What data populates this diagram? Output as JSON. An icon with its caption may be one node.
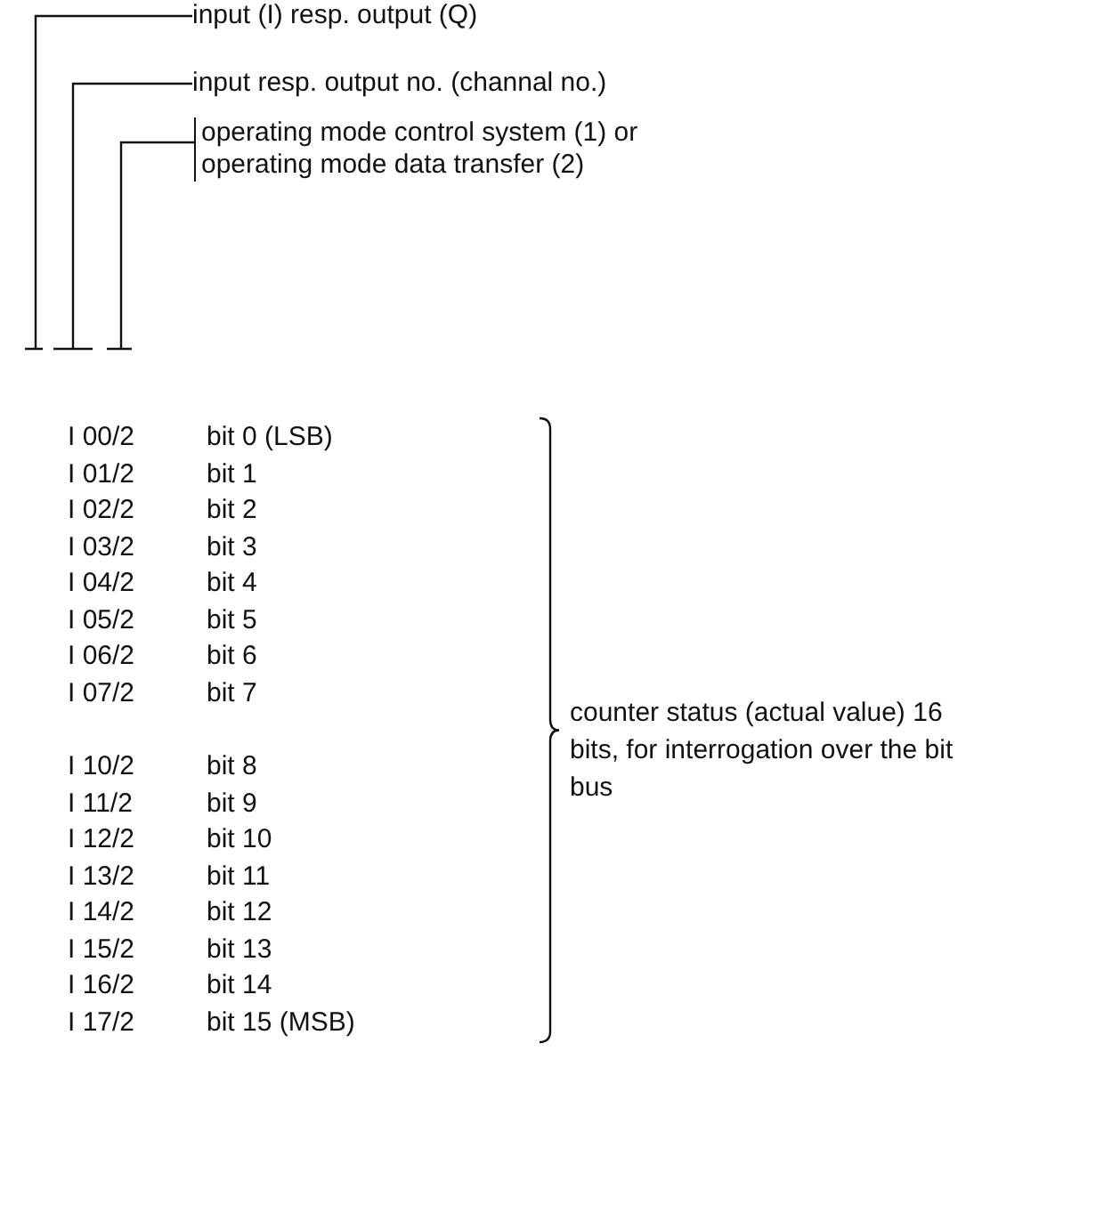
{
  "diagram": {
    "nodes": [
      {
        "text": [
          "input (I) resp. output (Q)"
        ]
      },
      {
        "text": [
          "input resp. output no. (channal no.)"
        ]
      },
      {
        "text": [
          "operating mode control system (1) or operating mode data transfer (2)"
        ]
      }
    ],
    "edges": [
      {
        "from": 0,
        "to": null,
        "arrow": "none"
      },
      {
        "from": 1,
        "to": null,
        "arrow": "none"
      },
      {
        "from": 2,
        "to": null,
        "arrow": "none"
      }
    ],
    "labels": [
      "I 00/2",
      "bit 0 (LSB)",
      "I 01/2",
      "bit 1",
      "I 02/2",
      "bit 2",
      "I 03/2",
      "bit 3",
      "I 04/2",
      "bit 4",
      "I 05/2",
      "bit 5",
      "I 06/2",
      "bit 6",
      "I 07/2",
      "bit 7",
      "I 10/2",
      "bit 8",
      "I 11/2",
      "bit 9",
      "I 12/2",
      "bit 10",
      "I 13/2",
      "bit 11",
      "I 14/2",
      "bit 12",
      "I 15/2",
      "bit 13",
      "I 16/2",
      "bit 14",
      "I 17/2",
      "bit 15 (MSB)",
      "counter status (actual value) 16 bits, for interrogation over the bit bus"
    ]
  }
}
